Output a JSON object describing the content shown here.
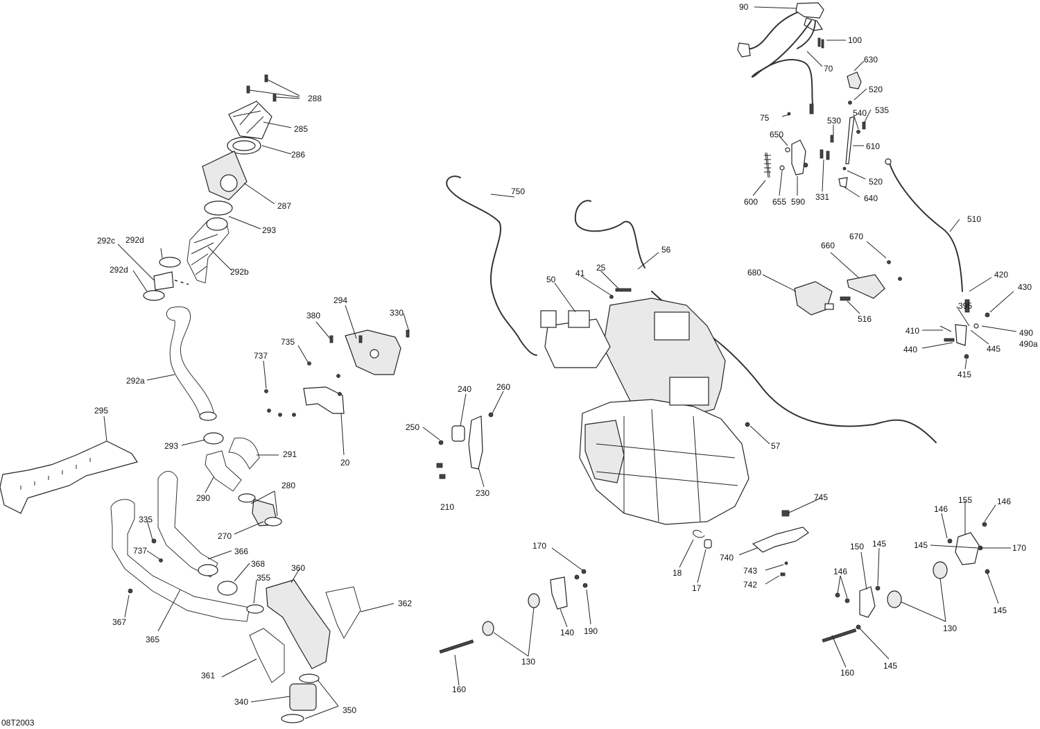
{
  "figure_code": "08T2003",
  "callouts": [
    {
      "id": "90",
      "text": "90"
    },
    {
      "id": "100",
      "text": "100"
    },
    {
      "id": "70",
      "text": "70"
    },
    {
      "id": "630",
      "text": "630"
    },
    {
      "id": "520a",
      "text": "520"
    },
    {
      "id": "75",
      "text": "75"
    },
    {
      "id": "530",
      "text": "530"
    },
    {
      "id": "540",
      "text": "540"
    },
    {
      "id": "535",
      "text": "535"
    },
    {
      "id": "650",
      "text": "650"
    },
    {
      "id": "610",
      "text": "610"
    },
    {
      "id": "520b",
      "text": "520"
    },
    {
      "id": "600",
      "text": "600"
    },
    {
      "id": "655",
      "text": "655"
    },
    {
      "id": "590",
      "text": "590"
    },
    {
      "id": "331",
      "text": "331"
    },
    {
      "id": "640",
      "text": "640"
    },
    {
      "id": "510",
      "text": "510"
    },
    {
      "id": "670",
      "text": "670"
    },
    {
      "id": "660",
      "text": "660"
    },
    {
      "id": "680",
      "text": "680"
    },
    {
      "id": "516",
      "text": "516"
    },
    {
      "id": "420",
      "text": "420"
    },
    {
      "id": "430",
      "text": "430"
    },
    {
      "id": "395",
      "text": "395"
    },
    {
      "id": "410",
      "text": "410"
    },
    {
      "id": "490",
      "text": "490"
    },
    {
      "id": "490a",
      "text": "490a"
    },
    {
      "id": "440",
      "text": "440"
    },
    {
      "id": "445",
      "text": "445"
    },
    {
      "id": "415",
      "text": "415"
    },
    {
      "id": "288",
      "text": "288"
    },
    {
      "id": "285",
      "text": "285"
    },
    {
      "id": "286",
      "text": "286"
    },
    {
      "id": "287",
      "text": "287"
    },
    {
      "id": "293a",
      "text": "293"
    },
    {
      "id": "292c",
      "text": "292c"
    },
    {
      "id": "292d-top",
      "text": "292d"
    },
    {
      "id": "292d-bot",
      "text": "292d"
    },
    {
      "id": "292b",
      "text": "292b"
    },
    {
      "id": "292a",
      "text": "292a"
    },
    {
      "id": "750",
      "text": "750"
    },
    {
      "id": "56",
      "text": "56"
    },
    {
      "id": "25",
      "text": "25"
    },
    {
      "id": "41",
      "text": "41"
    },
    {
      "id": "50",
      "text": "50"
    },
    {
      "id": "294",
      "text": "294"
    },
    {
      "id": "380",
      "text": "380"
    },
    {
      "id": "330",
      "text": "330"
    },
    {
      "id": "735",
      "text": "735"
    },
    {
      "id": "737a",
      "text": "737"
    },
    {
      "id": "20",
      "text": "20"
    },
    {
      "id": "240",
      "text": "240"
    },
    {
      "id": "260",
      "text": "260"
    },
    {
      "id": "250",
      "text": "250"
    },
    {
      "id": "230",
      "text": "230"
    },
    {
      "id": "210",
      "text": "210"
    },
    {
      "id": "57",
      "text": "57"
    },
    {
      "id": "295",
      "text": "295"
    },
    {
      "id": "293b",
      "text": "293"
    },
    {
      "id": "291",
      "text": "291"
    },
    {
      "id": "290",
      "text": "290"
    },
    {
      "id": "280",
      "text": "280"
    },
    {
      "id": "270",
      "text": "270"
    },
    {
      "id": "335",
      "text": "335"
    },
    {
      "id": "737b",
      "text": "737"
    },
    {
      "id": "366",
      "text": "366"
    },
    {
      "id": "368",
      "text": "368"
    },
    {
      "id": "355",
      "text": "355"
    },
    {
      "id": "360",
      "text": "360"
    },
    {
      "id": "362",
      "text": "362"
    },
    {
      "id": "367",
      "text": "367"
    },
    {
      "id": "365",
      "text": "365"
    },
    {
      "id": "361",
      "text": "361"
    },
    {
      "id": "340",
      "text": "340"
    },
    {
      "id": "350",
      "text": "350"
    },
    {
      "id": "745",
      "text": "745"
    },
    {
      "id": "740",
      "text": "740"
    },
    {
      "id": "743",
      "text": "743"
    },
    {
      "id": "742",
      "text": "742"
    },
    {
      "id": "18",
      "text": "18"
    },
    {
      "id": "17",
      "text": "17"
    },
    {
      "id": "170a",
      "text": "170"
    },
    {
      "id": "190",
      "text": "190"
    },
    {
      "id": "140",
      "text": "140"
    },
    {
      "id": "130a",
      "text": "130"
    },
    {
      "id": "160a",
      "text": "160"
    },
    {
      "id": "155",
      "text": "155"
    },
    {
      "id": "146a",
      "text": "146"
    },
    {
      "id": "146b",
      "text": "146"
    },
    {
      "id": "145a",
      "text": "145"
    },
    {
      "id": "170b",
      "text": "170"
    },
    {
      "id": "150",
      "text": "150"
    },
    {
      "id": "145b",
      "text": "145"
    },
    {
      "id": "146c",
      "text": "146"
    },
    {
      "id": "145c",
      "text": "145"
    },
    {
      "id": "130b",
      "text": "130"
    },
    {
      "id": "145d",
      "text": "145"
    },
    {
      "id": "160b",
      "text": "160"
    }
  ]
}
